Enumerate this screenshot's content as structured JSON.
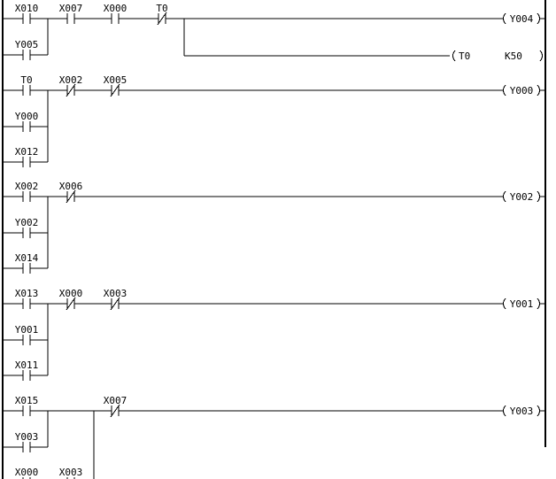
{
  "rungs": [
    {
      "contacts": [
        {
          "label": "X010",
          "type": "NO"
        },
        {
          "label": "X007",
          "type": "NO"
        },
        {
          "label": "X000",
          "type": "NO"
        },
        {
          "label": "T0",
          "type": "NC"
        }
      ],
      "parallel": [
        {
          "label": "Y005",
          "type": "NO"
        }
      ],
      "coil": "Y004",
      "timer": {
        "name": "T0",
        "preset": "K50"
      }
    },
    {
      "contacts": [
        {
          "label": "T0",
          "type": "NO"
        },
        {
          "label": "X002",
          "type": "NC"
        },
        {
          "label": "X005",
          "type": "NC"
        }
      ],
      "parallel": [
        {
          "label": "Y000",
          "type": "NO"
        },
        {
          "label": "X012",
          "type": "NO"
        }
      ],
      "coil": "Y000"
    },
    {
      "contacts": [
        {
          "label": "X002",
          "type": "NO"
        },
        {
          "label": "X006",
          "type": "NC"
        }
      ],
      "parallel": [
        {
          "label": "Y002",
          "type": "NO"
        },
        {
          "label": "X014",
          "type": "NO"
        }
      ],
      "coil": "Y002"
    },
    {
      "contacts": [
        {
          "label": "X013",
          "type": "NO"
        },
        {
          "label": "X000",
          "type": "NC"
        },
        {
          "label": "X003",
          "type": "NC"
        }
      ],
      "parallel": [
        {
          "label": "Y001",
          "type": "NO"
        },
        {
          "label": "X011",
          "type": "NO"
        }
      ],
      "coil": "Y001"
    },
    {
      "contacts": [
        {
          "label": "X015",
          "type": "NO"
        },
        {
          "label": "X007",
          "type": "NC"
        }
      ],
      "parallel": [
        {
          "label": "Y003",
          "type": "NO"
        },
        {
          "label": "X000",
          "type": "NO"
        }
      ],
      "parallel_series": {
        "label": "X003",
        "type": "NO"
      },
      "coil": "Y003"
    }
  ]
}
